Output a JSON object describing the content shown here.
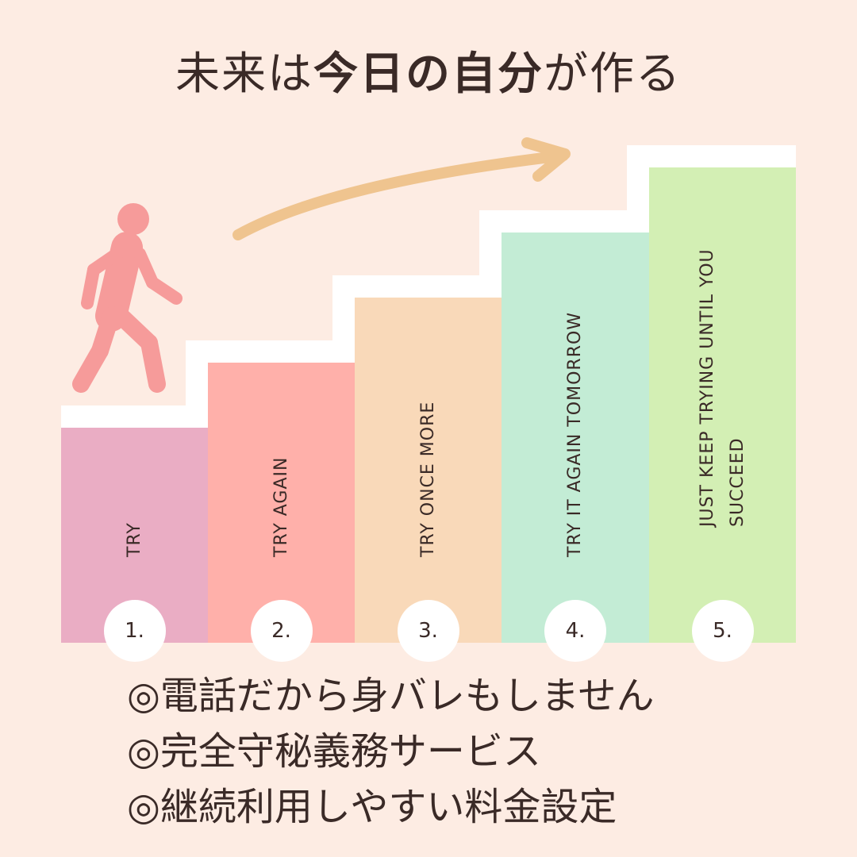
{
  "title": {
    "part1": "未来は",
    "part2": "今日の自分",
    "part3": "が作る"
  },
  "steps": [
    {
      "number": "1.",
      "label": "TRY",
      "color": "#eaadc4"
    },
    {
      "number": "2.",
      "label": "TRY AGAIN",
      "color": "#ffb0aa"
    },
    {
      "number": "3.",
      "label": "TRY ONCE MORE",
      "color": "#f9d9b9"
    },
    {
      "number": "4.",
      "label": "TRY IT AGAIN TOMORROW",
      "color": "#c3ecd5"
    },
    {
      "number": "5.",
      "label": "JUST KEEP TRYING UNTIL YOU\nSUCCEED",
      "color": "#d3efb4"
    }
  ],
  "features": [
    "◎電話だから身バレもしません",
    "◎完全守秘義務サービス",
    "◎継続利用しやすい料金設定"
  ],
  "colors": {
    "background": "#fdece3",
    "figure": "#f69b9a",
    "arrow": "#efc48f"
  },
  "icons": {
    "figure": "walking-person-icon",
    "arrow": "curved-arrow-icon"
  }
}
